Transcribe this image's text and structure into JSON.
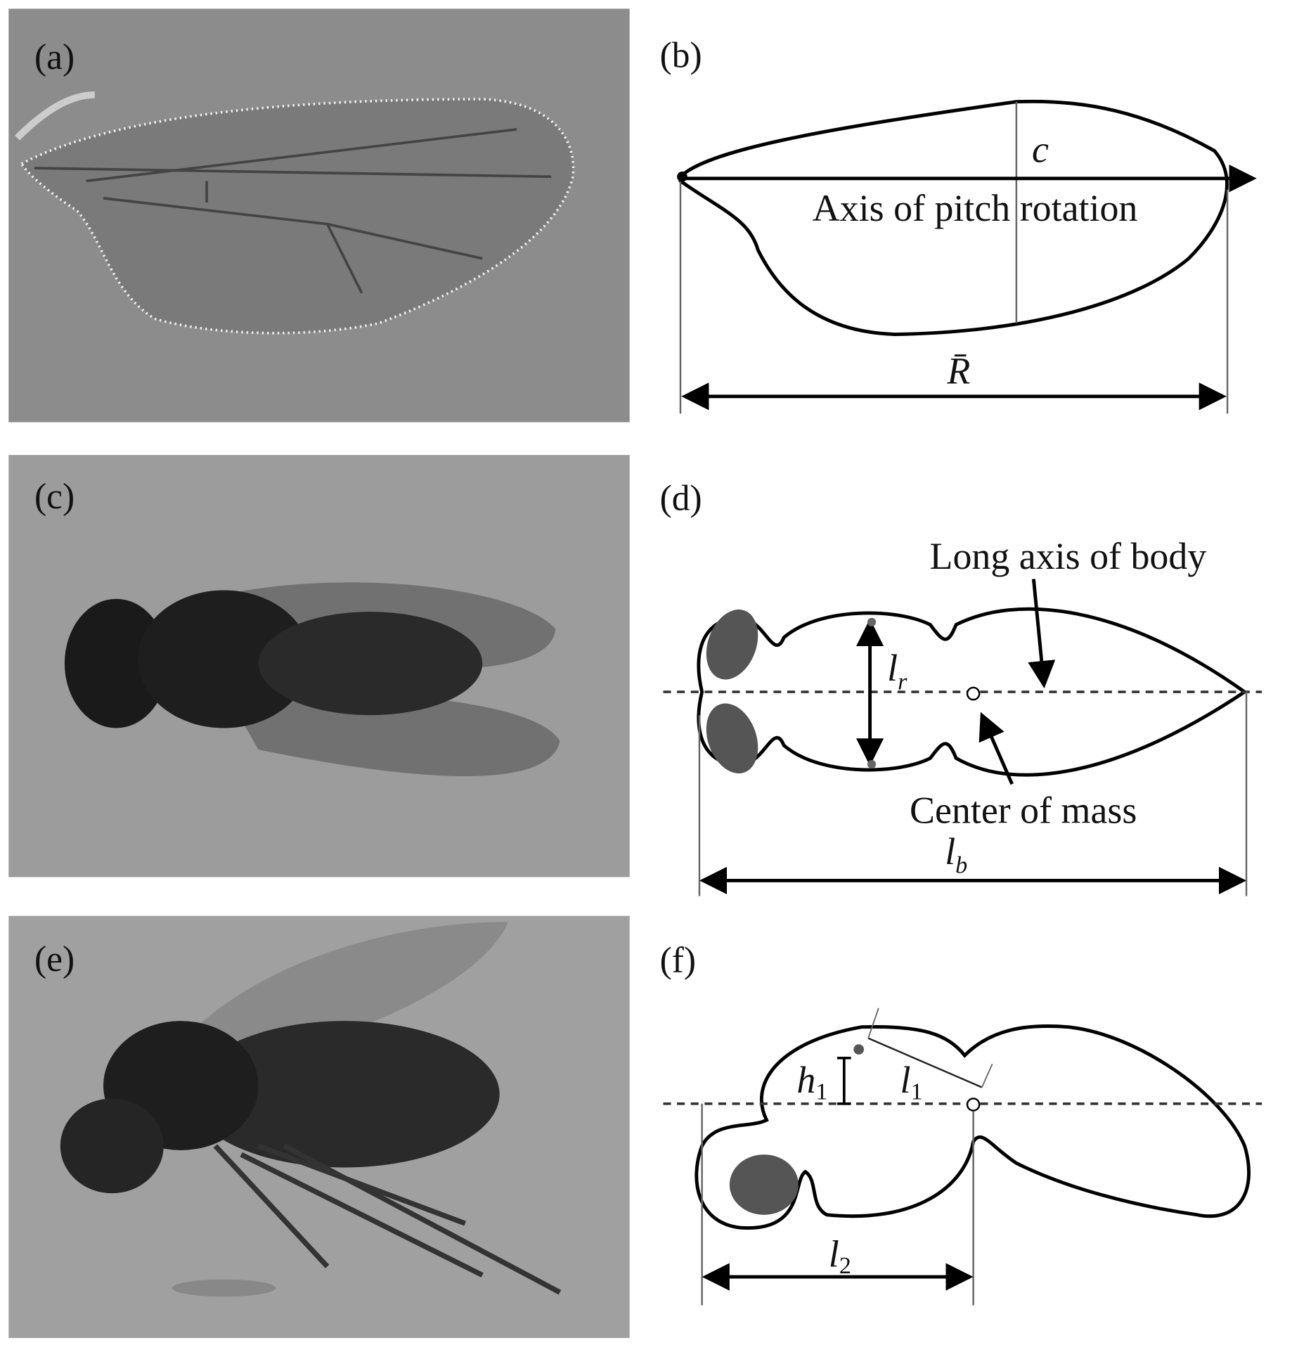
{
  "panels": {
    "a": {
      "label": "(a)"
    },
    "b": {
      "label": "(b)",
      "chord": "c",
      "axis": "Axis of pitch rotation",
      "span": "R̄"
    },
    "c": {
      "label": "(c)"
    },
    "d": {
      "label": "(d)",
      "long_axis": "Long axis of body",
      "lr": "l",
      "lr_sub": "r",
      "com": "Center of mass",
      "lb": "l",
      "lb_sub": "b"
    },
    "e": {
      "label": "(e)"
    },
    "f": {
      "label": "(f)",
      "h1": "h",
      "h1_sub": "1",
      "l1": "l",
      "l1_sub": "1",
      "l2": "l",
      "l2_sub": "2"
    }
  },
  "colors": {
    "photo_bg_a": "#8c8c8c",
    "photo_bg_c": "#9c9c9c",
    "photo_bg_e": "#a0a0a0",
    "eye": "#555555"
  }
}
